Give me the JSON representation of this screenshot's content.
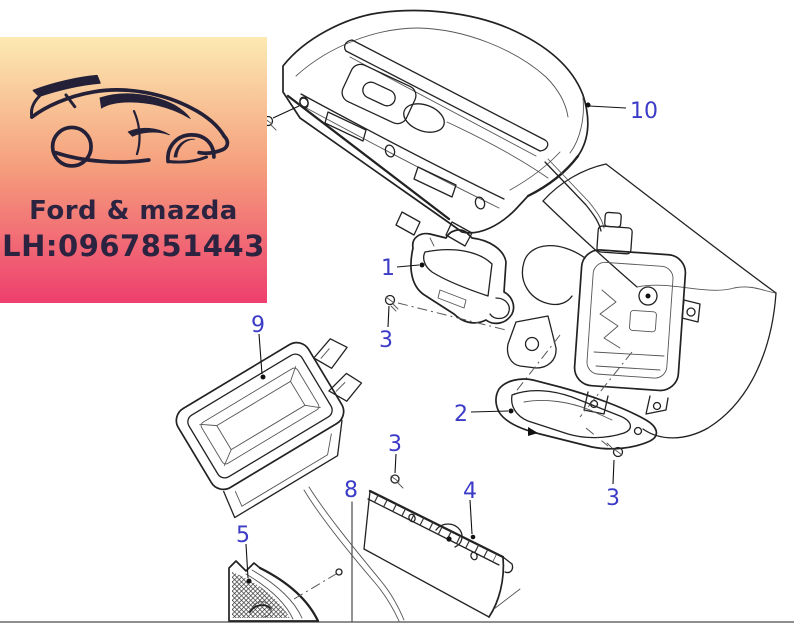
{
  "watermark": {
    "line1": "Ford & mazda",
    "line2": "LH:0967851443",
    "text_color": "#2b2340",
    "gradient_top": "#fceab2",
    "gradient_bottom": "#ee3f6e",
    "car_icon": "sports-car-line-art"
  },
  "diagram": {
    "type": "exploded-parts-diagram",
    "label_color": "#3b3bc8",
    "callouts": [
      {
        "number": "10"
      },
      {
        "number": "1"
      },
      {
        "number": "3"
      },
      {
        "number": "9"
      },
      {
        "number": "2"
      },
      {
        "number": "3"
      },
      {
        "number": "3"
      },
      {
        "number": "8"
      },
      {
        "number": "4"
      },
      {
        "number": "5"
      }
    ]
  }
}
